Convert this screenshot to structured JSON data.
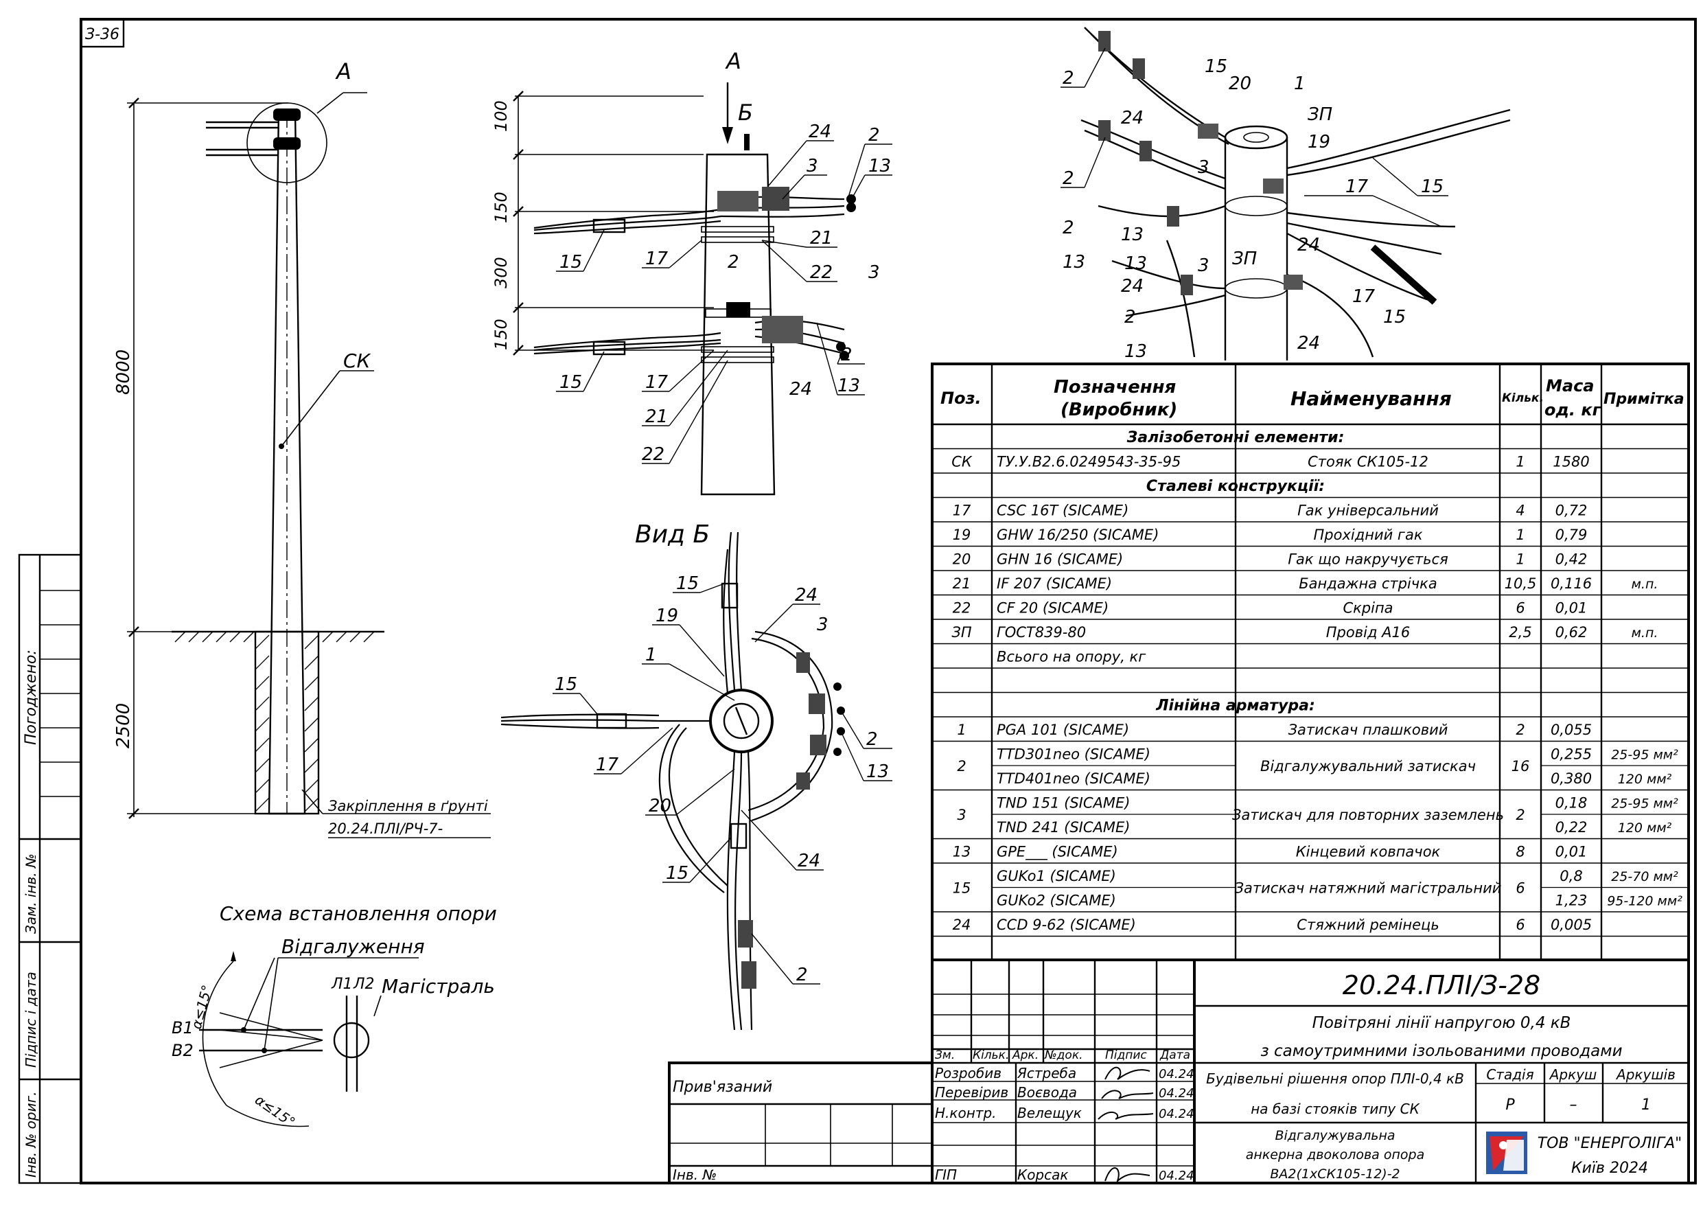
{
  "sheet_code": "З-36",
  "drawing": {
    "view_a_label": "А",
    "view_b_label": "Б",
    "view_b_title": "Вид Б",
    "pole_label": "СК",
    "dim_top": "8000",
    "dim_bottom": "2500",
    "dims_mid": [
      "100",
      "150",
      "300",
      "150"
    ],
    "ground_note": "Закріплення в ґрунті",
    "ground_ref": "20.24.ПЛІ/РЧ-7-",
    "callouts": [
      "24",
      "2",
      "13",
      "3",
      "21",
      "22",
      "17",
      "15",
      "2",
      "3",
      "21",
      "17",
      "24",
      "15",
      "22",
      "13",
      "2",
      "15",
      "20",
      "1",
      "ЗП",
      "19",
      "3",
      "2",
      "24",
      "17",
      "15",
      "13",
      "2",
      "13",
      "24",
      "ЗП",
      "3",
      "24",
      "17",
      "15",
      "24",
      "2",
      "13",
      "2",
      "13",
      "19",
      "15",
      "24",
      "3",
      "1",
      "2",
      "13",
      "15",
      "17",
      "20",
      "15",
      "24",
      "2",
      "21",
      "17",
      "24"
    ],
    "scheme_title": "Схема встановлення опори",
    "branch_label": "Відгалуження",
    "main_label": "Магістраль",
    "l1": "Л1",
    "l2": "Л2",
    "b1": "В1",
    "b2": "В2",
    "angle1": "α≤15°",
    "angle2": "α≤15°"
  },
  "left_strip": {
    "agreed": "Погоджено:",
    "inv_repl": "Зам. інв. №",
    "sign_date": "Підпис і дата",
    "inv_orig": "Інв. № ориг."
  },
  "spec": {
    "headers": {
      "pos": "Поз.",
      "designation": "Позначення (Виробник)",
      "name": "Найменування",
      "qty": "Кільк.",
      "mass": "Маса од. кг",
      "note": "Примітка"
    },
    "rows": [
      {
        "type": "section",
        "name": "Залізобетонні елементи:"
      },
      {
        "pos": "СК",
        "des": [
          "ТУ.У.В2.6.0249543-35-95"
        ],
        "name": "Стояк СК105-12",
        "qty": "1",
        "mass": [
          "1580"
        ],
        "note": [
          ""
        ]
      },
      {
        "type": "section",
        "name": "Сталеві конструкції:"
      },
      {
        "pos": "17",
        "des": [
          "CSC 16T   (SICAME)"
        ],
        "name": "Гак універсальний",
        "qty": "4",
        "mass": [
          "0,72"
        ],
        "note": [
          ""
        ]
      },
      {
        "pos": "19",
        "des": [
          "GHW 16/250   (SICAME)"
        ],
        "name": "Прохідний гак",
        "qty": "1",
        "mass": [
          "0,79"
        ],
        "note": [
          ""
        ]
      },
      {
        "pos": "20",
        "des": [
          "GHN 16   (SICAME)"
        ],
        "name": "Гак що накручується",
        "qty": "1",
        "mass": [
          "0,42"
        ],
        "note": [
          ""
        ]
      },
      {
        "pos": "21",
        "des": [
          "IF 207   (SICAME)"
        ],
        "name": "Бандажна стрічка",
        "qty": "10,5",
        "mass": [
          "0,116"
        ],
        "note": [
          "м.п."
        ]
      },
      {
        "pos": "22",
        "des": [
          "CF 20   (SICAME)"
        ],
        "name": "Скріпа",
        "qty": "6",
        "mass": [
          "0,01"
        ],
        "note": [
          ""
        ]
      },
      {
        "pos": "ЗП",
        "des": [
          "ГОСТ839-80"
        ],
        "name": "Провід А16",
        "qty": "2,5",
        "mass": [
          "0,62"
        ],
        "note": [
          "м.п."
        ]
      },
      {
        "type": "total",
        "des": "Всього на опору, кг"
      },
      {
        "type": "blank"
      },
      {
        "type": "section",
        "name": "Лінійна арматура:"
      },
      {
        "pos": "1",
        "des": [
          "PGA 101   (SICAME)"
        ],
        "name": "Затискач плашковий",
        "qty": "2",
        "mass": [
          "0,055"
        ],
        "note": [
          ""
        ]
      },
      {
        "pos": "2",
        "des": [
          "TTD301neo   (SICAME)",
          "TTD401neo   (SICAME)"
        ],
        "name": "Відгалужувальний затискач",
        "qty": "16",
        "mass": [
          "0,255",
          "0,380"
        ],
        "note": [
          "25-95 мм²",
          "120 мм²"
        ]
      },
      {
        "pos": "3",
        "des": [
          "TND 151   (SICAME)",
          "TND 241   (SICAME)"
        ],
        "name": "Затискач для повторних заземлень",
        "qty": "2",
        "mass": [
          "0,18",
          "0,22"
        ],
        "note": [
          "25-95 мм²",
          "120 мм²"
        ]
      },
      {
        "pos": "13",
        "des": [
          "GPE___   (SICAME)"
        ],
        "name": "Кінцевий ковпачок",
        "qty": "8",
        "mass": [
          "0,01"
        ],
        "note": [
          ""
        ]
      },
      {
        "pos": "15",
        "des": [
          "GUKo1   (SICAME)",
          "GUKo2   (SICAME)"
        ],
        "name": "Затискач натяжний магістральний",
        "qty": "6",
        "mass": [
          "0,8",
          "1,23"
        ],
        "note": [
          "25-70 мм²",
          "95-120 мм²"
        ]
      },
      {
        "pos": "24",
        "des": [
          "CCD 9-62   (SICAME)"
        ],
        "name": "Стяжний ремінець",
        "qty": "6",
        "mass": [
          "0,005"
        ],
        "note": [
          ""
        ]
      }
    ]
  },
  "title_block": {
    "code": "20.24.ПЛІ/З-28",
    "title1": "Повітряні лінії напругою 0,4 кВ",
    "title2": "з самоутримними ізольованими проводами",
    "sub1": "Будівельні рішення опор ПЛІ-0,4 кВ",
    "sub2": "на базі стояків типу СК",
    "col_heads": [
      "Зм.",
      "Кільк.",
      "Арк.",
      "№док.",
      "Підпис",
      "Дата"
    ],
    "people": [
      {
        "role": "Розробив",
        "name": "Ястреба",
        "date": "04.24"
      },
      {
        "role": "Перевірив",
        "name": "Воєвода",
        "date": "04.24"
      },
      {
        "role": "Н.контр.",
        "name": "Велещук",
        "date": "04.24"
      },
      {
        "role": "ГІП",
        "name": "Корсак",
        "date": "04.24"
      }
    ],
    "stage_head": "Стадія",
    "sheet_head": "Аркуш",
    "sheets_head": "Аркушів",
    "stage": "Р",
    "sheet": "–",
    "sheets": "1",
    "desc1": "Відгалужувальна",
    "desc2": "анкерна двоколова опора",
    "desc3": "ВА2(1хСК105-12)-2",
    "company": "ТОВ \"ЕНЕРГОЛІГА\"",
    "city": "Київ 2024",
    "attached": "Прив'язаний",
    "inv": "Інв. №"
  }
}
